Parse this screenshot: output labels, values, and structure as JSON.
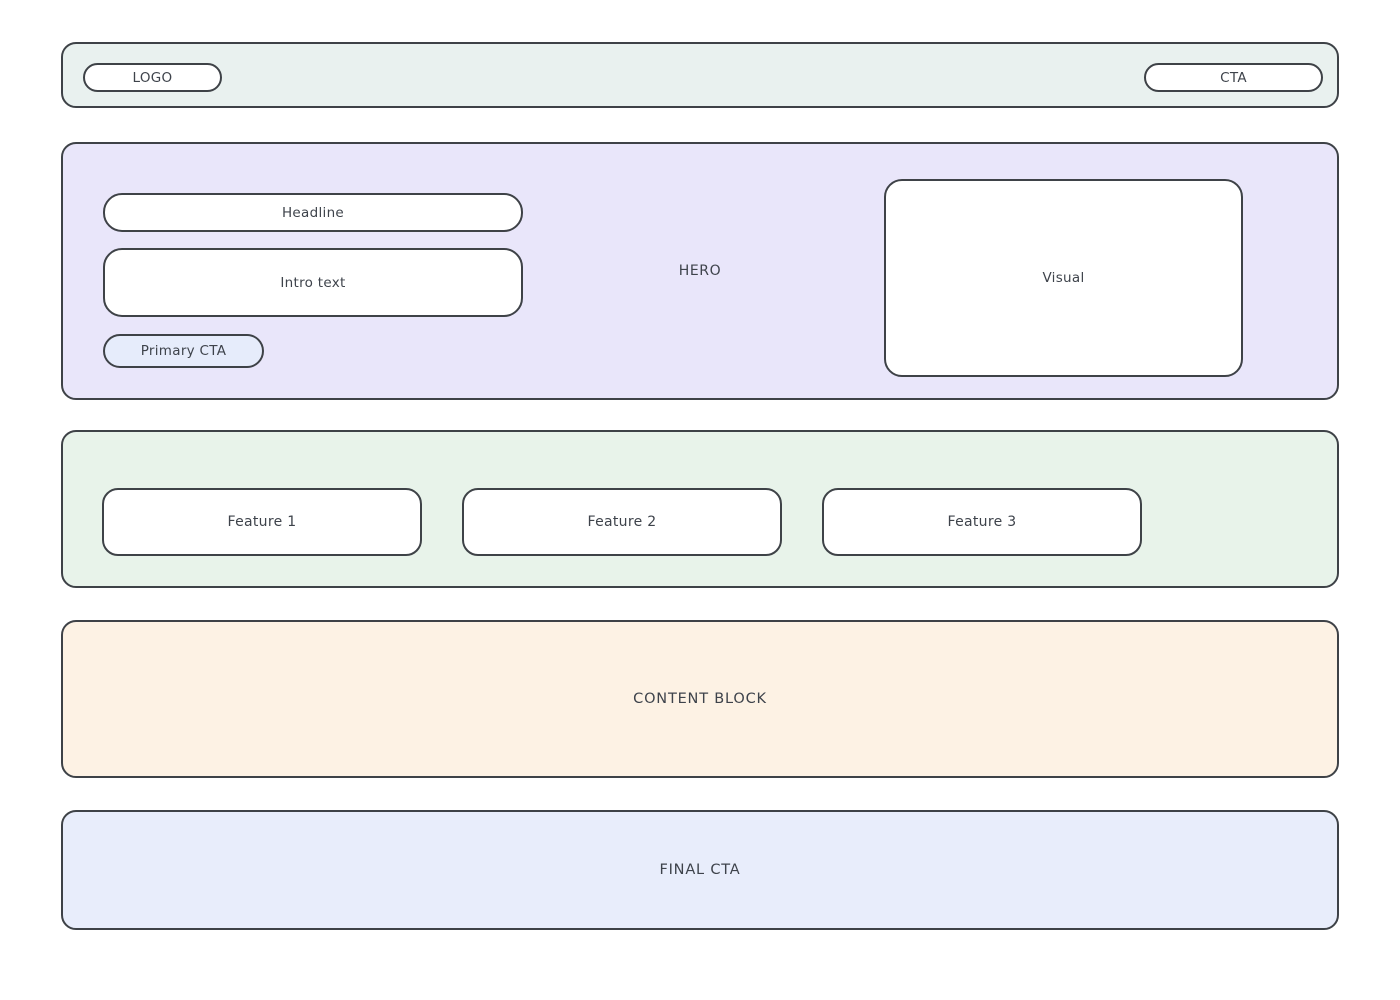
{
  "header": {
    "logo_label": "LOGO",
    "cta_label": "CTA",
    "bg": "#e9f1ef"
  },
  "hero": {
    "section_label": "HERO",
    "headline_label": "Headline",
    "intro_label": "Intro text",
    "primary_cta_label": "Primary CTA",
    "visual_label": "Visual",
    "bg": "#e9e6fa",
    "primary_cta_bg": "#e6ecfb"
  },
  "features": {
    "bg": "#e8f3ea",
    "items": [
      {
        "label": "Feature 1"
      },
      {
        "label": "Feature 2"
      },
      {
        "label": "Feature 3"
      }
    ]
  },
  "content_block": {
    "label": "CONTENT BLOCK",
    "bg": "#fdf2e4"
  },
  "final_cta": {
    "label": "FINAL CTA",
    "bg": "#e8edfb"
  },
  "colors": {
    "border": "#3e4247",
    "text": "#3e434b",
    "page_bg": "#ffffff"
  }
}
